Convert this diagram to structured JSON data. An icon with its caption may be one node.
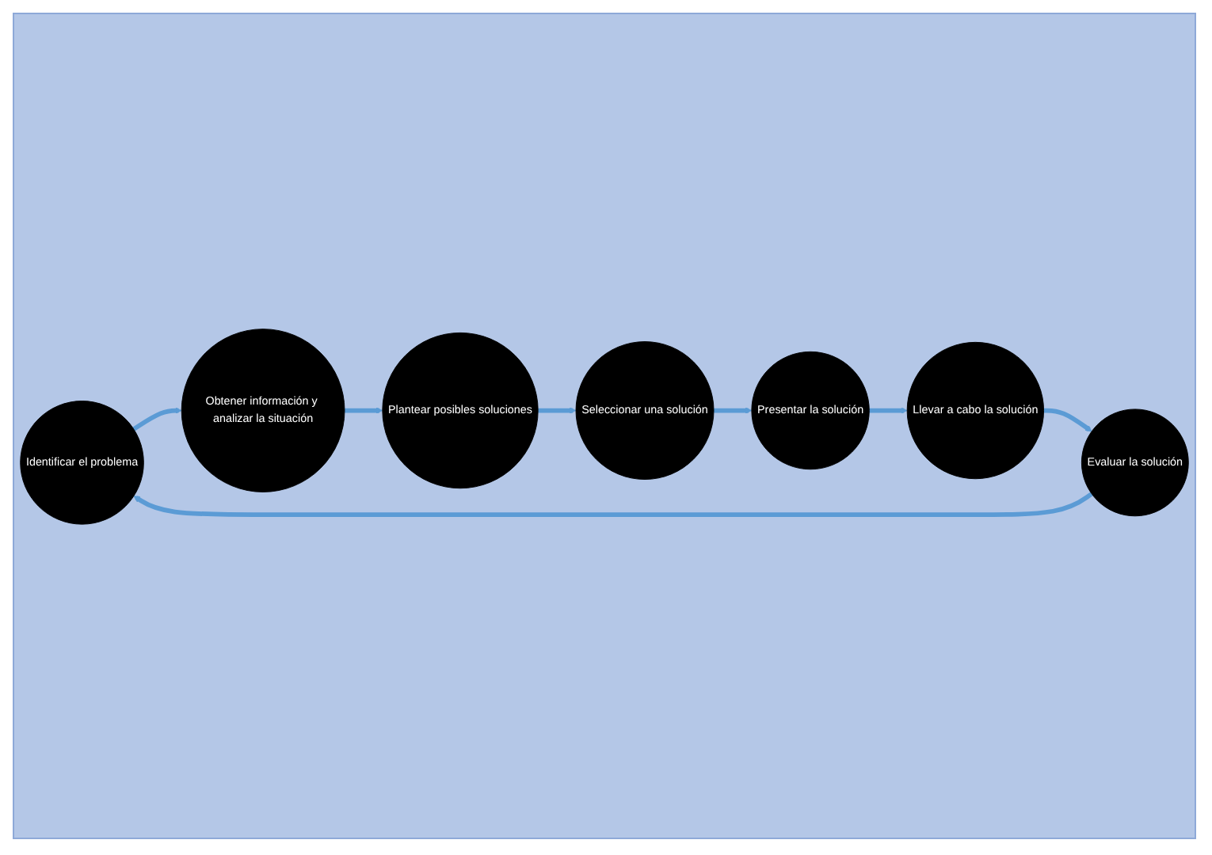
{
  "diagram": {
    "nodes": [
      {
        "text": [
          "Identificar el problema"
        ]
      },
      {
        "text": [
          "Obtener información y analizar la situación"
        ]
      },
      {
        "text": [
          "Plantear posibles soluciones"
        ]
      },
      {
        "text": [
          "Seleccionar una solución"
        ]
      },
      {
        "text": [
          "Presentar la solución"
        ]
      },
      {
        "text": [
          "Llevar a cabo la solución"
        ]
      },
      {
        "text": [
          "Evaluar la solución"
        ]
      }
    ],
    "edges": [
      {
        "from": 0,
        "to": 1,
        "arrow": "to"
      },
      {
        "from": 1,
        "to": 2,
        "arrow": "to"
      },
      {
        "from": 2,
        "to": 3,
        "arrow": "to"
      },
      {
        "from": 3,
        "to": 4,
        "arrow": "to"
      },
      {
        "from": 4,
        "to": 5,
        "arrow": "to"
      },
      {
        "from": 5,
        "to": 6,
        "arrow": "to"
      },
      {
        "from": 6,
        "to": 0,
        "arrow": "to"
      }
    ]
  }
}
